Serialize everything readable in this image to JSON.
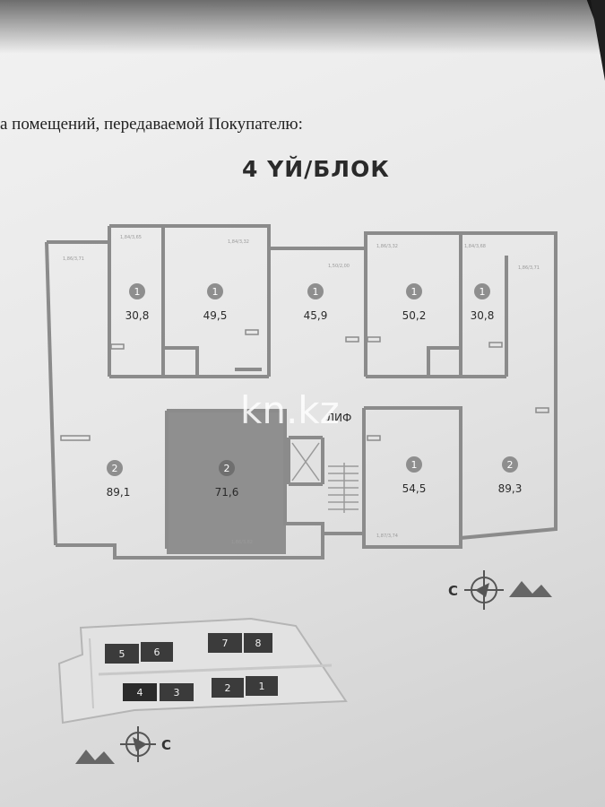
{
  "caption": "а помещений, передаваемой Покупателю:",
  "block_title": "4 ҮЙ/БЛОК",
  "watermark": "kn.kz",
  "stair_label": "ЛИФ",
  "rooms": [
    {
      "id": "r1",
      "type": "1",
      "area": "30,8",
      "dims": "1,84/3,65"
    },
    {
      "id": "r2",
      "type": "1",
      "area": "49,5",
      "dims": "1,84/3,32"
    },
    {
      "id": "r3",
      "type": "1",
      "area": "45,9",
      "dims": "1,50/2,00"
    },
    {
      "id": "r4",
      "type": "1",
      "area": "50,2",
      "dims": "1,86/3,32"
    },
    {
      "id": "r5",
      "type": "1",
      "area": "30,8",
      "dims": "1,84/3,68"
    },
    {
      "id": "r6",
      "type": "2",
      "area": "89,1",
      "dims": "1,86/3,71"
    },
    {
      "id": "r7",
      "type": "2",
      "area": "71,6",
      "dims": "1,86/3,82"
    },
    {
      "id": "r8",
      "type": "1",
      "area": "54,5",
      "dims": "1,87/3,74"
    },
    {
      "id": "r9",
      "type": "2",
      "area": "89,3",
      "dims": "1,86/3,71"
    }
  ],
  "site_blocks": [
    "5",
    "6",
    "7",
    "8",
    "4",
    "3",
    "2",
    "1"
  ],
  "compass": {
    "top_label": "С",
    "bottom_label": "С"
  }
}
